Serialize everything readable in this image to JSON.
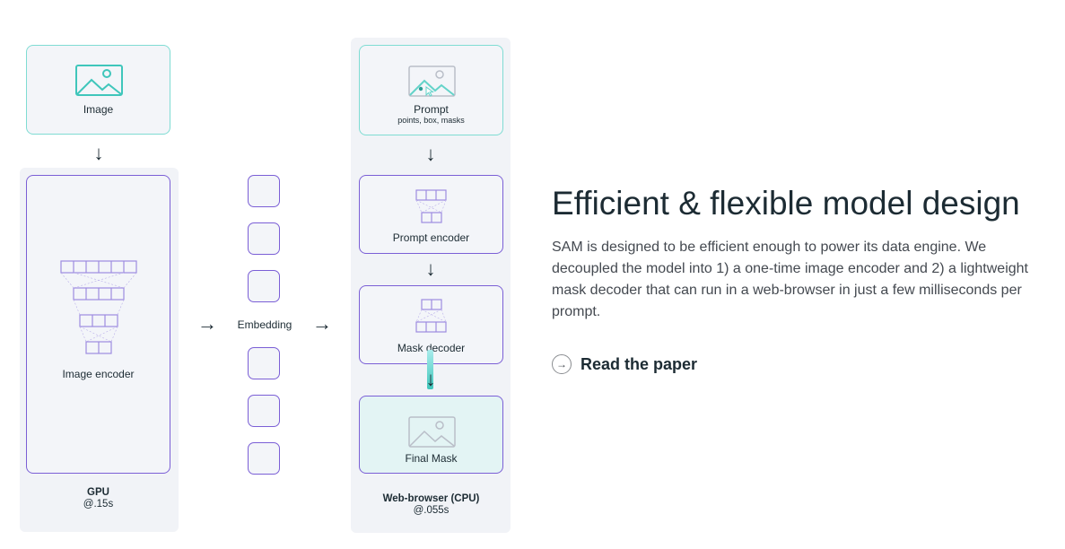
{
  "diagram": {
    "image_label": "Image",
    "image_encoder_label": "Image encoder",
    "gpu_label": "GPU",
    "gpu_time": "@.15s",
    "embedding_label": "Embedding",
    "prompt_label": "Prompt",
    "prompt_sub": "points, box, masks",
    "prompt_encoder_label": "Prompt encoder",
    "mask_decoder_label": "Mask decoder",
    "final_mask_label": "Final Mask",
    "browser_label": "Web-browser (CPU)",
    "browser_time": "@.055s",
    "colors": {
      "teal": "#7fdcd3",
      "purple": "#7b5fd6",
      "panel": "#f1f3f7"
    }
  },
  "content": {
    "title": "Efficient & flexible model design",
    "description": "SAM is designed to be efficient enough to power its data engine. We decoupled the model into 1) a one-time image encoder and 2) a lightweight mask decoder that can run in a web-browser in just a few milliseconds per prompt.",
    "link_label": "Read the paper",
    "link_icon": "arrow-right-circle-icon"
  }
}
